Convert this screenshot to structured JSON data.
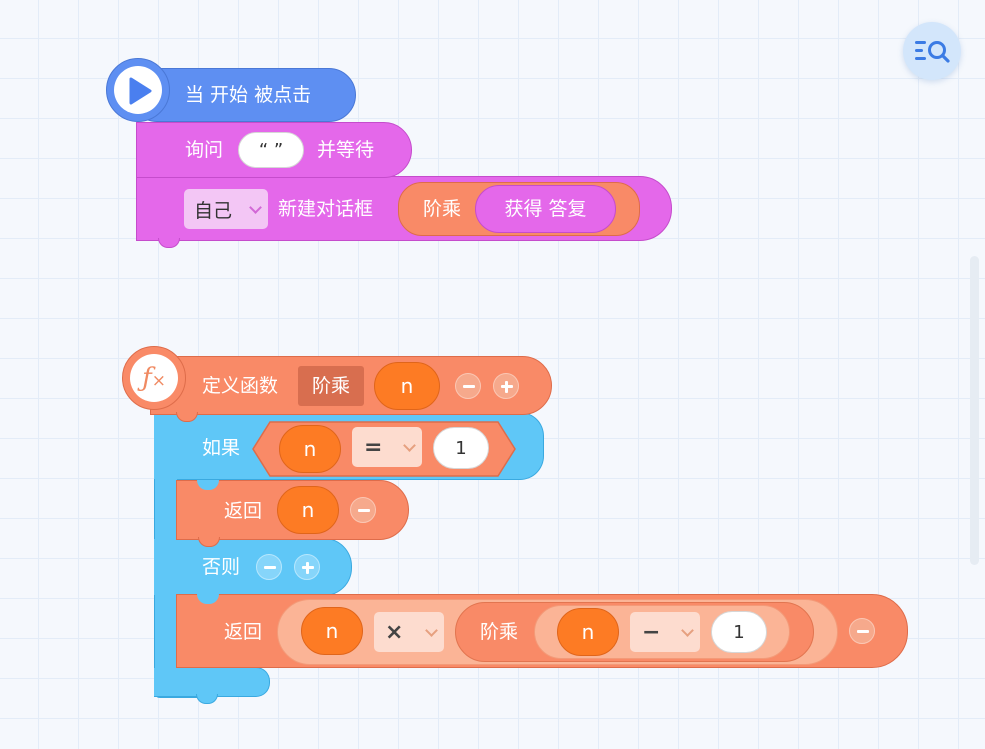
{
  "script1": {
    "hat_label": "当 开始 被点击",
    "ask_label": "询问",
    "ask_value": "“ ”",
    "ask_wait": "并等待",
    "sprite_dropdown": "自己",
    "new_dialog_label": "新建对话框",
    "factorial_call": "阶乘",
    "get_answer": "获得 答复"
  },
  "script2": {
    "define_label": "定义函数",
    "func_name": "阶乘",
    "param": "n",
    "if_label": "如果",
    "if_var": "n",
    "if_op": "=",
    "if_value": "1",
    "return1_label": "返回",
    "return1_var": "n",
    "else_label": "否则",
    "return2_label": "返回",
    "mul_var": "n",
    "mul_op": "×",
    "inner_call": "阶乘",
    "sub_var": "n",
    "sub_op": "−",
    "sub_value": "1"
  },
  "colors": {
    "event": "#5e8ff2",
    "looks": "#e468ea",
    "function": "#f98a67",
    "control": "#5fc7f7",
    "variable": "#fd7b24"
  }
}
